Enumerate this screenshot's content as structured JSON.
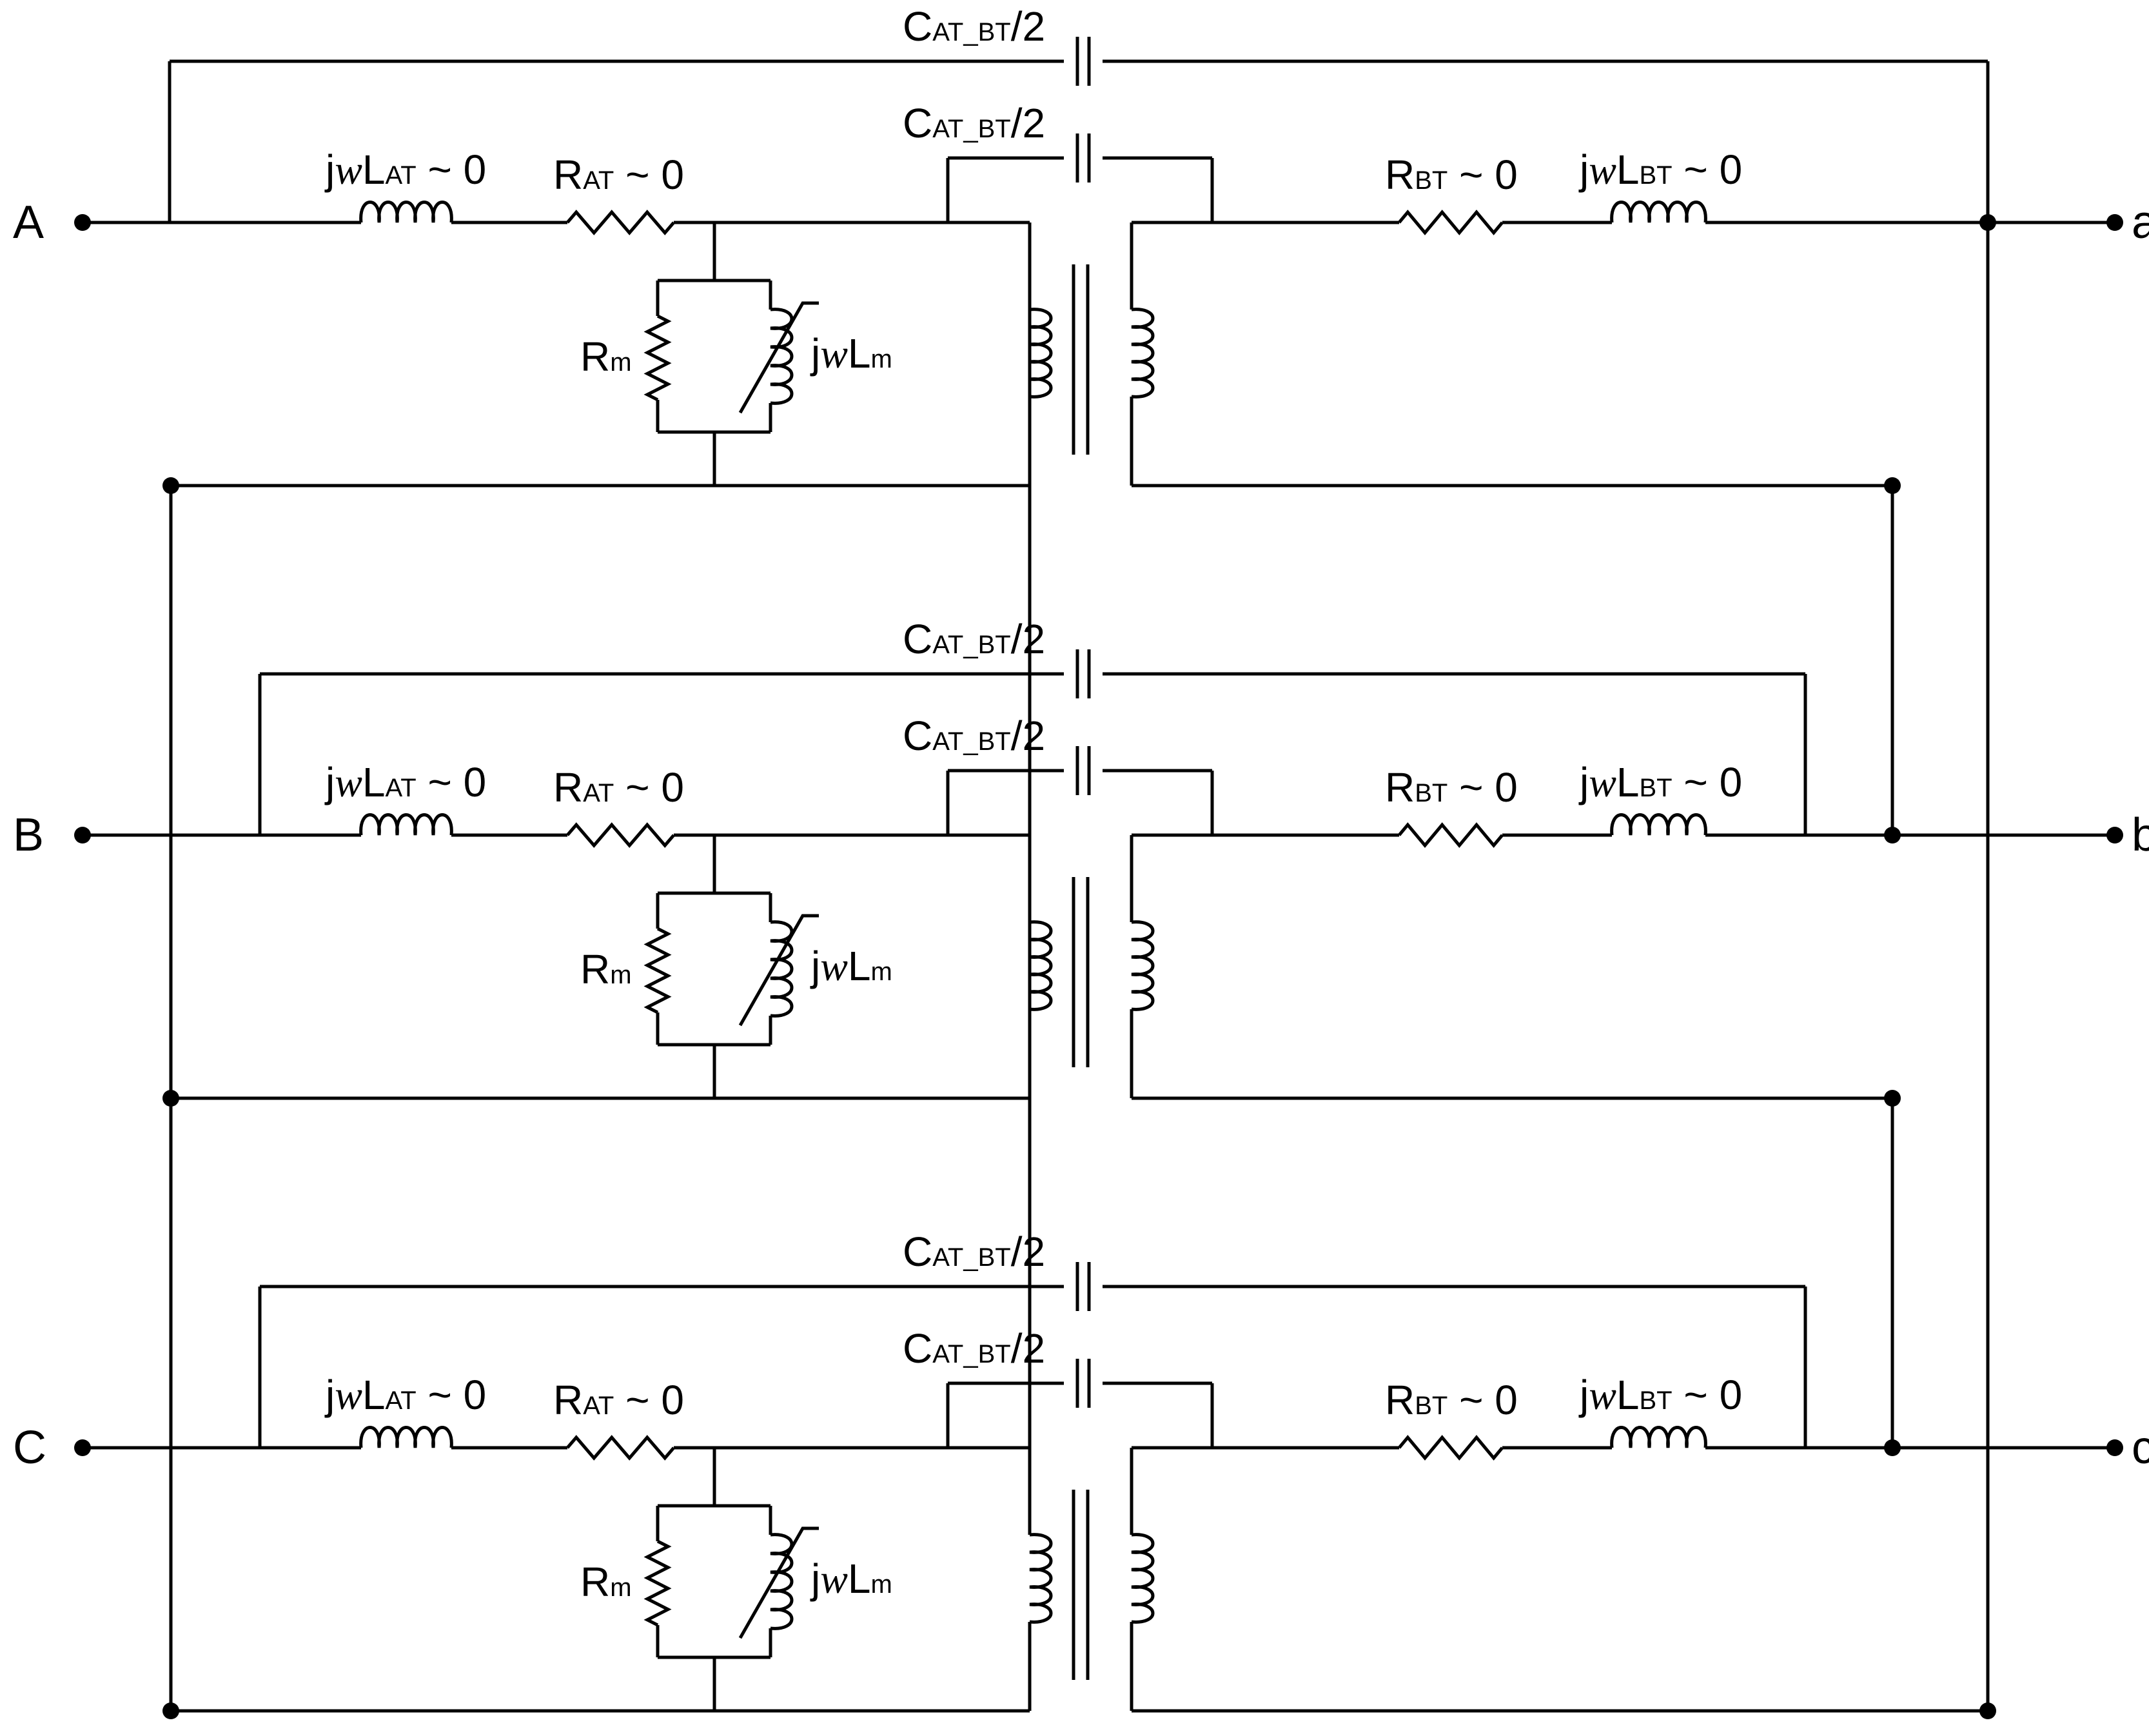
{
  "terminals": {
    "primary": [
      "A",
      "B",
      "C"
    ],
    "secondary": [
      "a",
      "b",
      "c"
    ]
  },
  "labels": {
    "cap_main": "C",
    "cap_sub": "AT_BT",
    "cap_tail": "/2",
    "l_at_j": "j",
    "l_at_w": "w",
    "l_at_main": "L",
    "l_at_sub": "AT",
    "l_at_tail": " ~ 0",
    "r_at_main": "R",
    "r_at_sub": "AT",
    "r_at_tail": " ~ 0",
    "r_bt_main": "R",
    "r_bt_sub": "BT",
    "r_bt_tail": " ~ 0",
    "l_bt_j": "j",
    "l_bt_w": "w",
    "l_bt_main": "L",
    "l_bt_sub": "BT",
    "l_bt_tail": " ~ 0",
    "rm_main": "R",
    "rm_sub": "m",
    "lm_j": "j",
    "lm_w": "w",
    "lm_main": "L",
    "lm_sub": "m"
  }
}
